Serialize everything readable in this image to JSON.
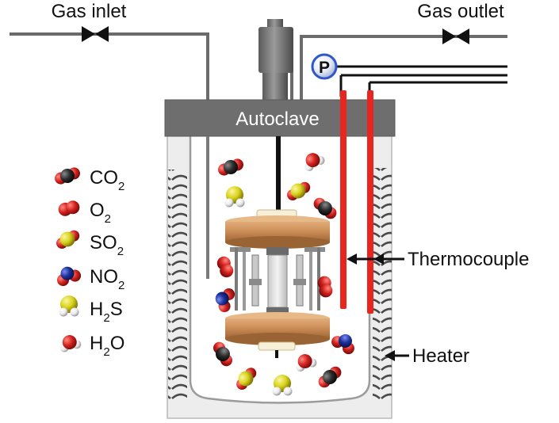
{
  "labels": {
    "gas_inlet": "Gas inlet",
    "gas_outlet": "Gas outlet",
    "autoclave": "Autoclave",
    "pressure_gauge": "P",
    "thermocouple": "Thermocouple",
    "heater": "Heater"
  },
  "legend": [
    {
      "id": "co2",
      "base": "CO",
      "sub": "2",
      "sub_pos": "end"
    },
    {
      "id": "o2",
      "base": "O",
      "sub": "2",
      "sub_pos": "end"
    },
    {
      "id": "so2",
      "base": "SO",
      "sub": "2",
      "sub_pos": "end"
    },
    {
      "id": "no2",
      "base": "NO",
      "sub": "2",
      "sub_pos": "end"
    },
    {
      "id": "h2s",
      "base": "H",
      "sub": "2",
      "tail": "S"
    },
    {
      "id": "h2o",
      "base": "H",
      "sub": "2",
      "tail": "O"
    }
  ],
  "colors": {
    "pipe": "#6b6b6b",
    "lid": "#6e6e6e",
    "vessel": "#f0f0f0",
    "heater_coil": "#505050",
    "thermocouple": "#e8261f",
    "wood": "#c98a55",
    "carbon": "#2d2d2d",
    "oxygen": "#d4211e",
    "sulfur": "#d8d21a",
    "nitrogen": "#1b2f9a",
    "hydrogen": "#f2f2f2",
    "gauge": "#2f57c9"
  }
}
